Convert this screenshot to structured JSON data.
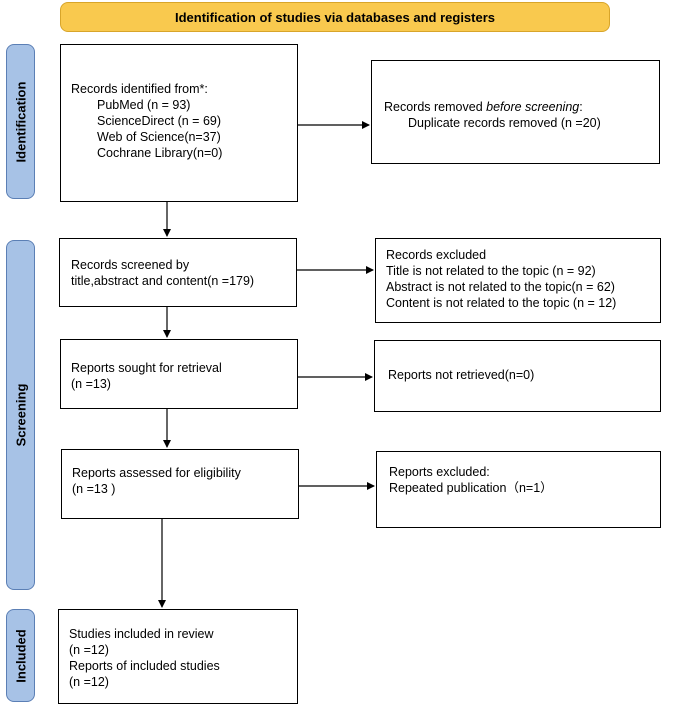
{
  "header": {
    "title": "Identification of studies via databases and registers"
  },
  "phases": {
    "identification": "Identification",
    "screening": "Screening",
    "included": "Included"
  },
  "identified": {
    "title": "Records identified from*:",
    "sources": [
      "PubMed (n = 93)",
      "ScienceDirect (n = 69)",
      "Web of Science(n=37)",
      "Cochrane Library(n=0)"
    ]
  },
  "removed": {
    "title_prefix": "Records removed ",
    "title_emphasis": "before screening",
    "title_suffix": ":",
    "line": "Duplicate records removed  (n =20)"
  },
  "screened": {
    "line1": "Records screened by",
    "line2": "title,abstract and content(n =179)"
  },
  "excluded": {
    "title": "Records excluded",
    "lines": [
      "Title is not related to the topic (n = 92)",
      "Abstract is not related to the topic(n = 62)",
      "Content is not related to the topic (n = 12)"
    ]
  },
  "sought": {
    "line1": "Reports sought for retrieval",
    "line2": "(n =13)"
  },
  "not_retrieved": {
    "line": "Reports not retrieved(n=0)"
  },
  "assessed": {
    "line1": "Reports assessed for eligibility",
    "line2": "(n =13 )"
  },
  "reports_excluded": {
    "title": "Reports excluded:",
    "line": "Repeated publication（n=1）"
  },
  "included": {
    "line1": "Studies included in review",
    "line2": "(n =12)",
    "line3": "Reports of included studies",
    "line4": "(n =12)"
  },
  "colors": {
    "header_fill": "#f9c94e",
    "phase_fill": "#a7c2e6",
    "box_border": "#000000"
  }
}
